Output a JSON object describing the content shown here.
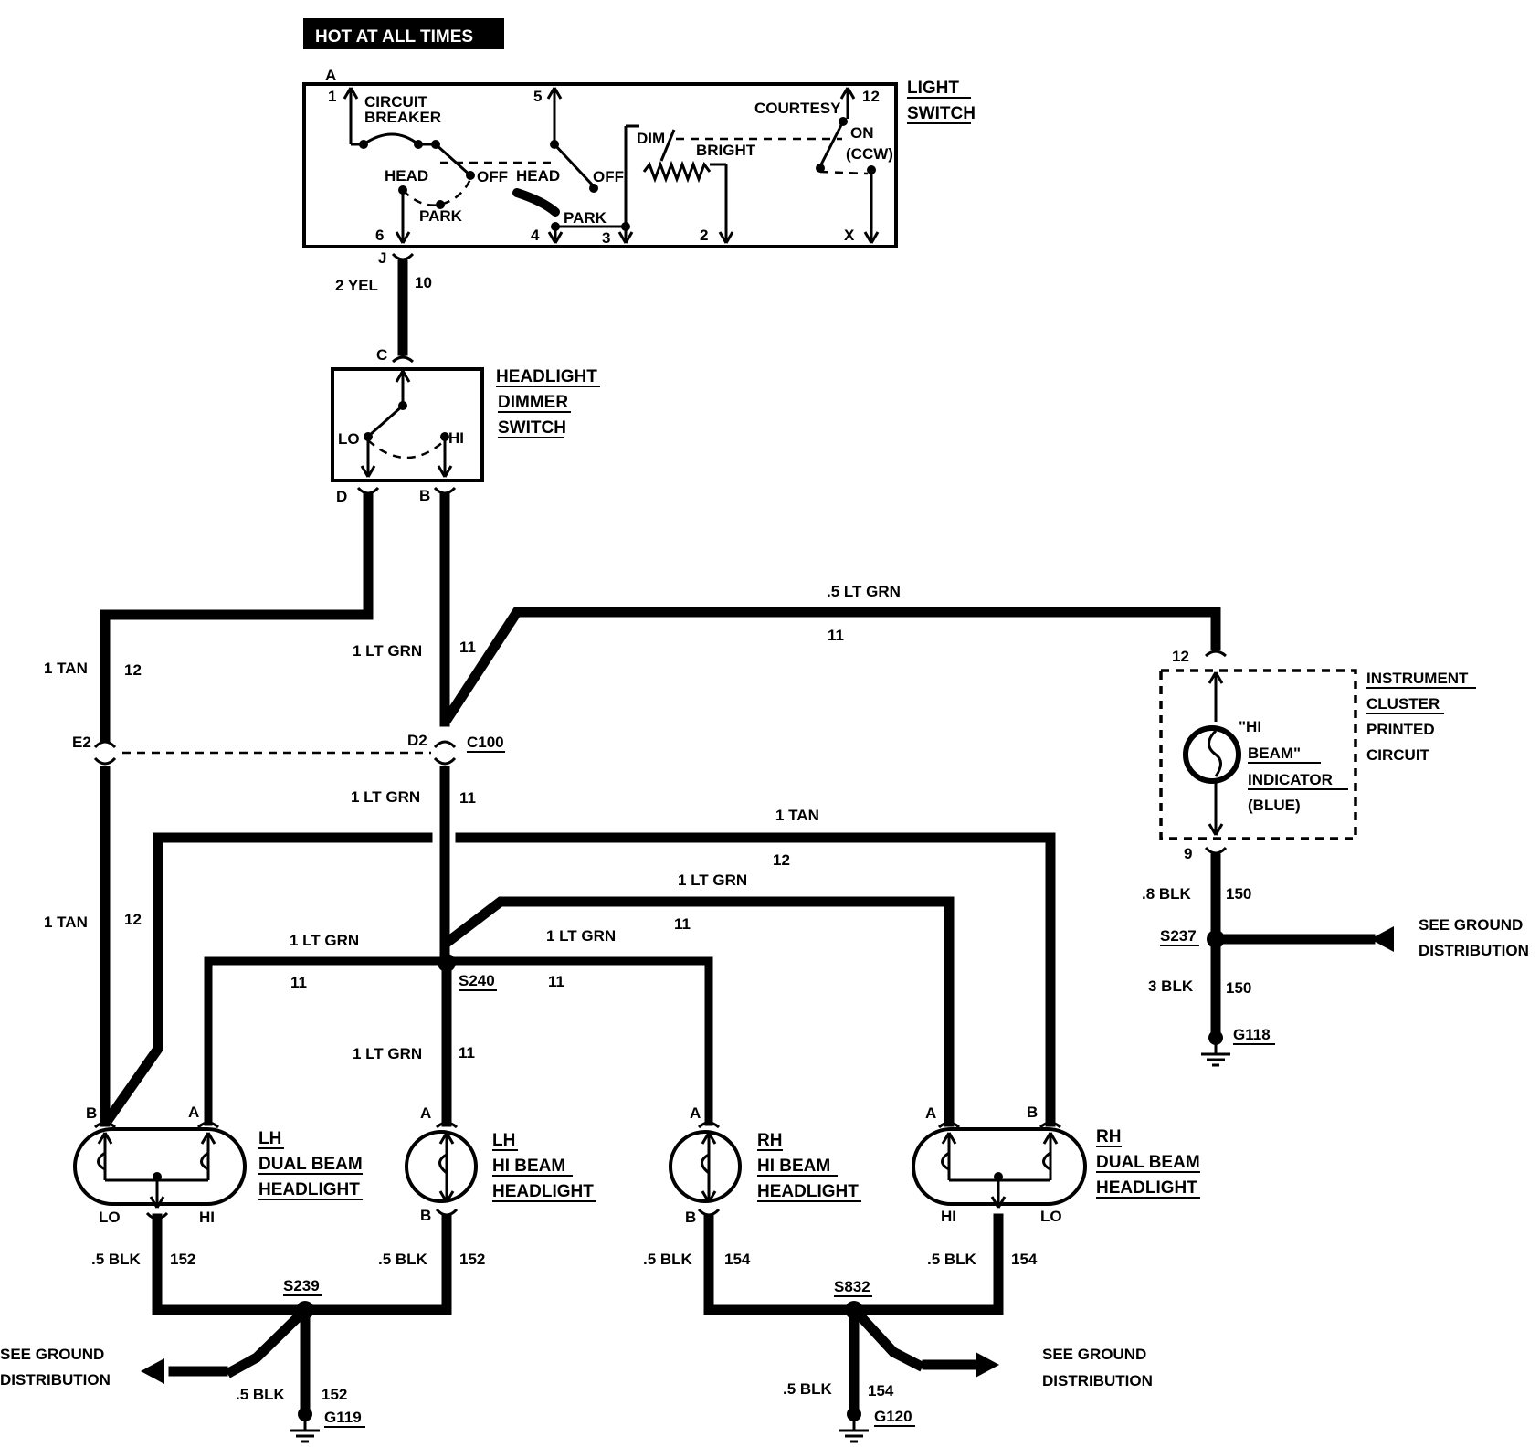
{
  "banner": {
    "hot_at_all_times": "HOT AT ALL TIMES"
  },
  "light_switch": {
    "title_line1": "LIGHT",
    "title_line2": "SWITCH",
    "connector": "A",
    "pin1": "1",
    "pin5": "5",
    "pin12": "12",
    "pin6": "6",
    "pin4": "4",
    "pin3": "3",
    "pin2": "2",
    "pinX": "X",
    "circuit_breaker_1": "CIRCUIT",
    "circuit_breaker_2": "BREAKER",
    "head_1": "HEAD",
    "off_1": "OFF",
    "park_1": "PARK",
    "head_2": "HEAD",
    "off_2": "OFF",
    "park_2": "PARK",
    "dim": "DIM",
    "bright": "BRIGHT",
    "courtesy": "COURTESY",
    "on": "ON",
    "ccw": "(CCW)"
  },
  "wire_j": {
    "connector": "J",
    "color": "2 YEL",
    "circuit": "10"
  },
  "dimmer_switch": {
    "title_line1": "HEADLIGHT",
    "title_line2": "DIMMER",
    "title_line3": "SWITCH",
    "conn_c": "C",
    "lo": "LO",
    "hi": "HI",
    "conn_d": "D",
    "conn_b": "B"
  },
  "wires": {
    "tan_upper_color": "1 TAN",
    "tan_upper_circuit": "12",
    "ltgrn_upper_color": "1 LT GRN",
    "ltgrn_upper_circuit": "11",
    "ltgrn_top_color": ".5 LT GRN",
    "ltgrn_top_circuit": "11",
    "ltgrn_mid_color": "1 LT GRN",
    "ltgrn_mid_circuit": "11",
    "tan_right_color": "1 TAN",
    "tan_right_circuit": "12",
    "tan_lower_color": "1 TAN",
    "tan_lower_circuit": "12",
    "ltgrn_rdb_color": "1 LT GRN",
    "ltgrn_rdb_circuit": "11",
    "ltgrn_left_color": "1 LT GRN",
    "ltgrn_left_circuit": "11",
    "ltgrn_rhi_color": "1 LT GRN",
    "ltgrn_rhi_circuit": "11",
    "ltgrn_down_color": "1 LT GRN",
    "ltgrn_down_circuit": "11"
  },
  "c100": {
    "e2": "E2",
    "d2": "D2",
    "name": "C100"
  },
  "s240": "S240",
  "instrument_cluster": {
    "title_line1": "INSTRUMENT",
    "title_line2": "CLUSTER",
    "title_line3": "PRINTED",
    "title_line4": "CIRCUIT",
    "pin12": "12",
    "pin9": "9",
    "ind1": "\"HI",
    "ind2": "BEAM\"",
    "ind3": "INDICATOR",
    "ind4": "(BLUE)"
  },
  "ground_cluster": {
    "w1_color": ".8 BLK",
    "w1_circuit": "150",
    "splice": "S237",
    "w2_color": "3 BLK",
    "w2_circuit": "150",
    "ground": "G118",
    "see1": "SEE GROUND",
    "see2": "DISTRIBUTION"
  },
  "lamps": {
    "lh_dual": {
      "l1": "LH",
      "l2": "DUAL BEAM",
      "l3": "HEADLIGHT",
      "pin_b": "B",
      "pin_a": "A",
      "lo": "LO",
      "hi": "HI"
    },
    "lh_hi": {
      "l1": "LH",
      "l2": "HI BEAM",
      "l3": "HEADLIGHT",
      "pin_a": "A",
      "pin_b": "B"
    },
    "rh_hi": {
      "l1": "RH",
      "l2": "HI BEAM",
      "l3": "HEADLIGHT",
      "pin_a": "A",
      "pin_b": "B"
    },
    "rh_dual": {
      "l1": "RH",
      "l2": "DUAL BEAM",
      "l3": "HEADLIGHT",
      "pin_a": "A",
      "pin_b": "B",
      "hi": "HI",
      "lo": "LO"
    }
  },
  "grounds": {
    "lh_dual_color": ".5 BLK",
    "lh_dual_circuit": "152",
    "lh_hi_color": ".5 BLK",
    "lh_hi_circuit": "152",
    "rh_hi_color": ".5 BLK",
    "rh_hi_circuit": "154",
    "rh_dual_color": ".5 BLK",
    "rh_dual_circuit": "154",
    "s239": "S239",
    "s832": "S832",
    "g119_color": ".5 BLK",
    "g119_circuit": "152",
    "g119": "G119",
    "g120_color": ".5 BLK",
    "g120_circuit": "154",
    "g120": "G120",
    "left_see1": "SEE GROUND",
    "left_see2": "DISTRIBUTION",
    "right_see1": "SEE GROUND",
    "right_see2": "DISTRIBUTION"
  }
}
